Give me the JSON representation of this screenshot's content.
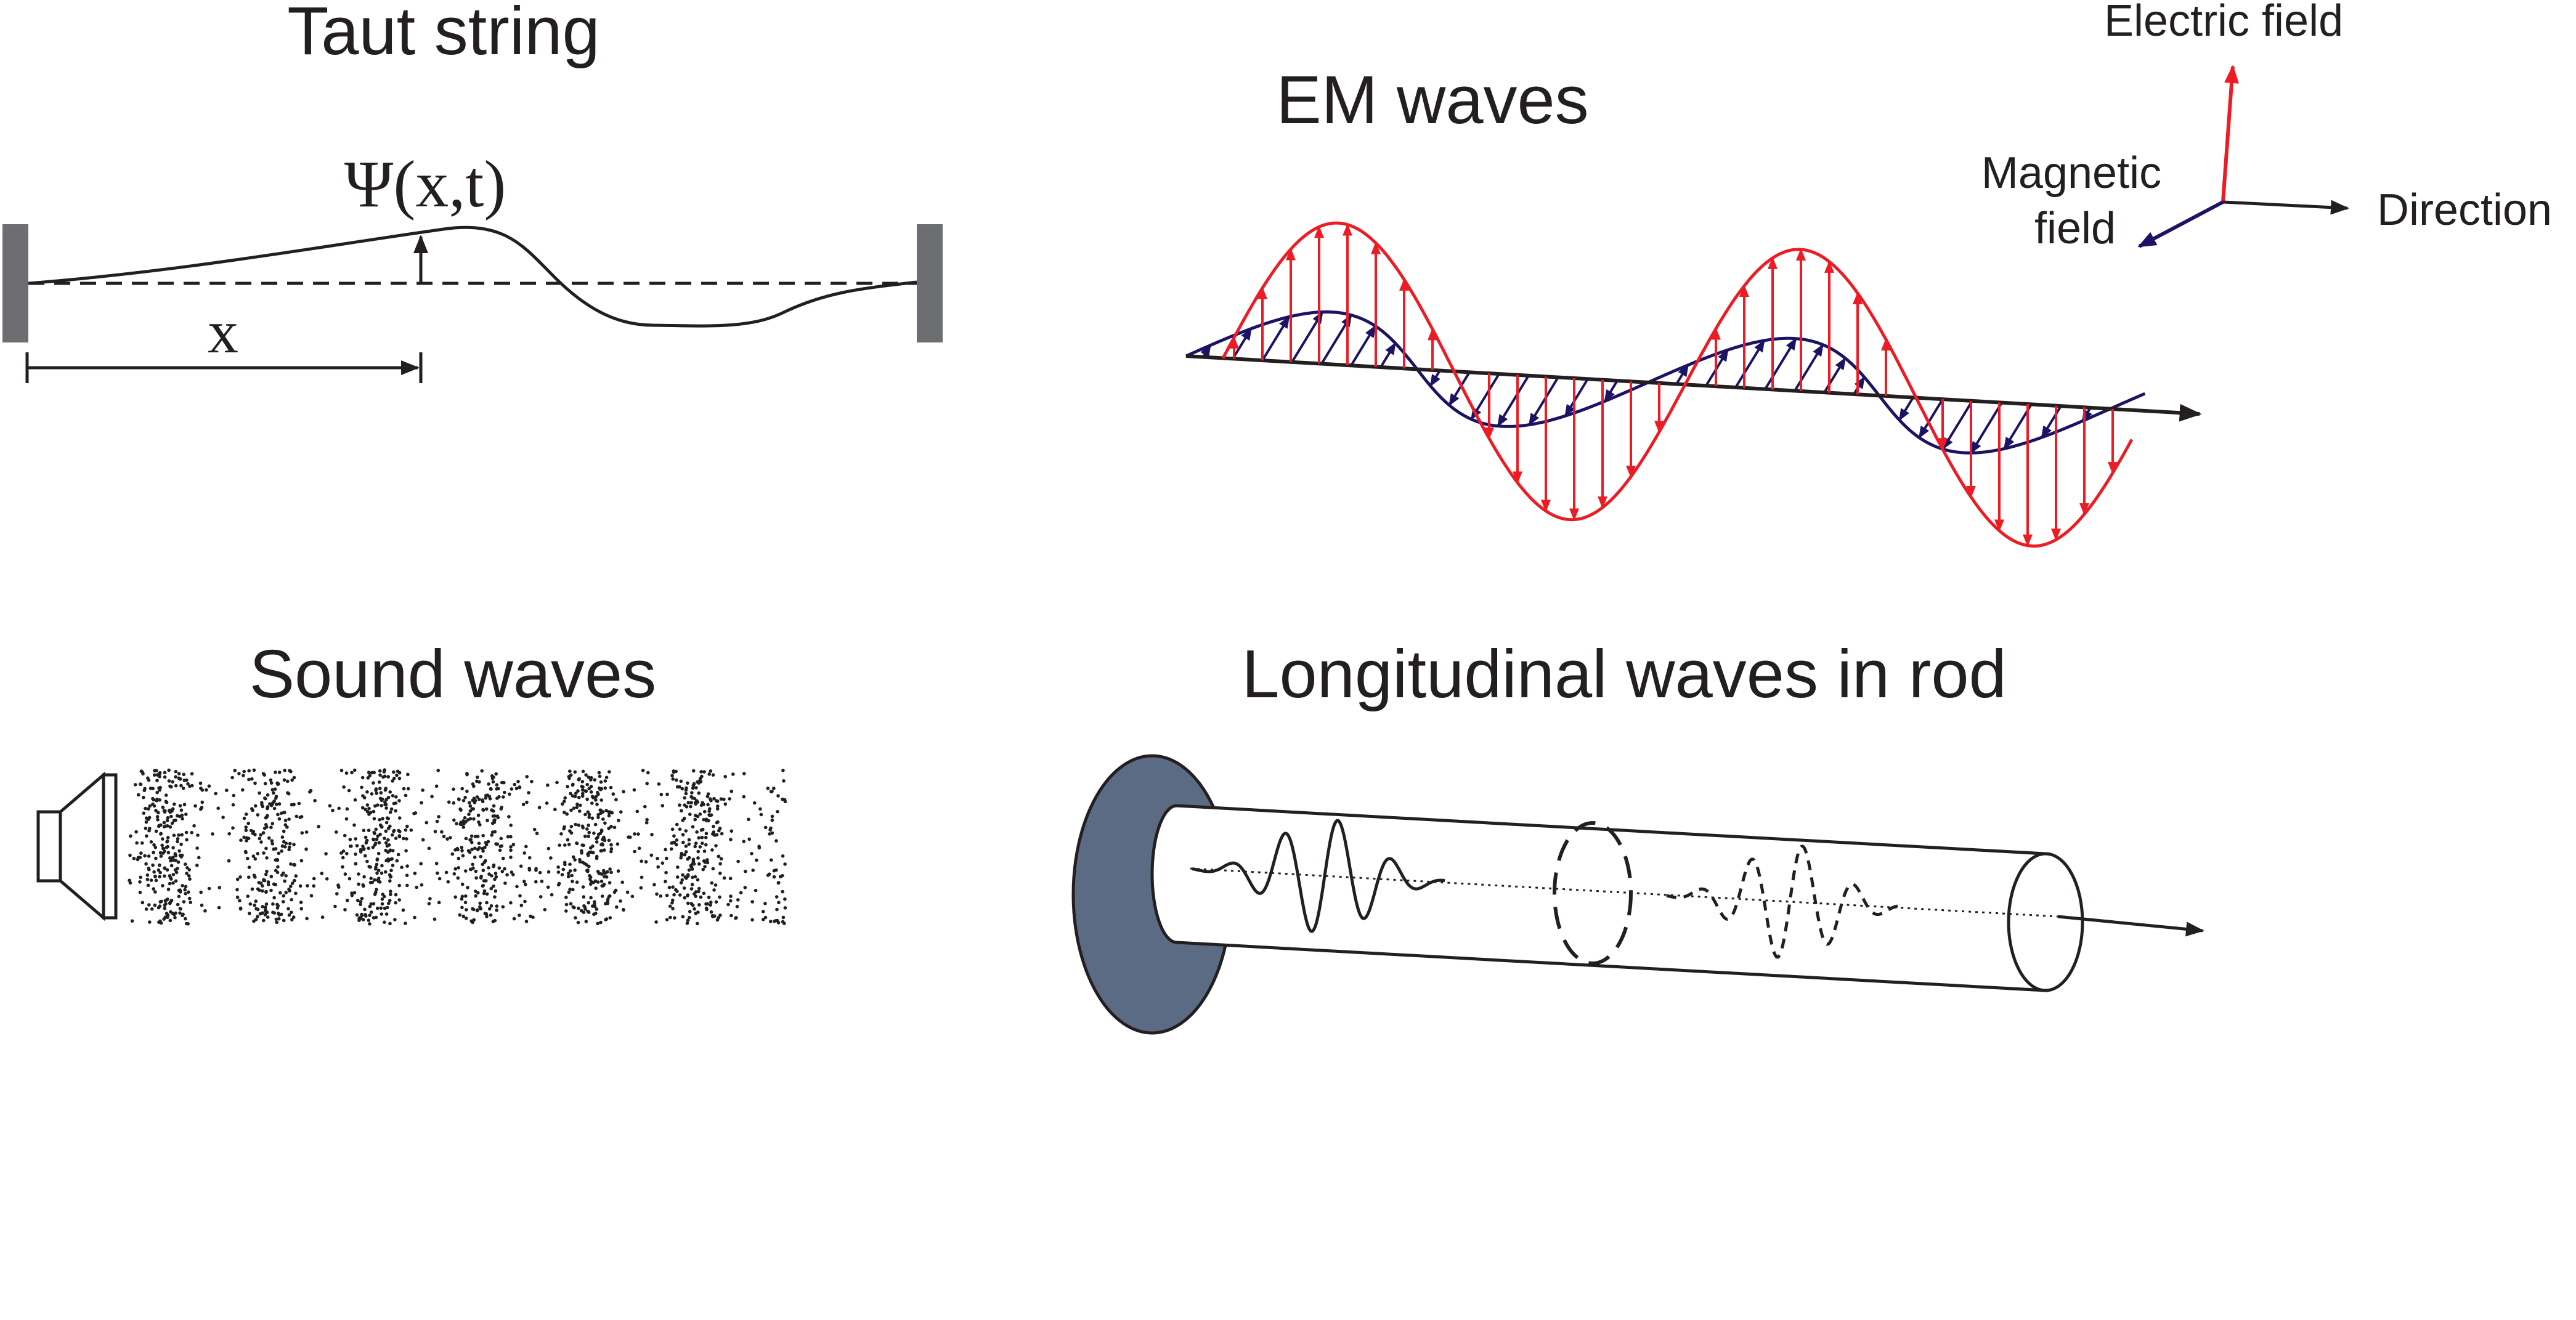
{
  "taut_string": {
    "title": "Taut string",
    "displacement_label": "Ψ(x,t)",
    "position_label": "x"
  },
  "em_waves": {
    "title": "EM waves",
    "axes": {
      "electric": "Electric field",
      "magnetic_line1": "Magnetic",
      "magnetic_line2": "field",
      "direction": "Direction"
    }
  },
  "sound_waves": {
    "title": "Sound waves"
  },
  "rod_waves": {
    "title": "Longitudinal waves in rod"
  },
  "colors": {
    "electric": "#ed1c24",
    "magnetic": "#1b1464",
    "ink": "#231f20",
    "clamp": "#6d6e71",
    "rod_base": "#5b6b83"
  }
}
